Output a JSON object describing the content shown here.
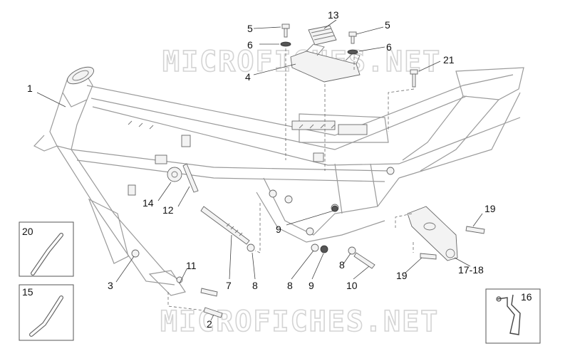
{
  "watermark": {
    "top": "MICROFICHES.NET",
    "bottom": "MICROFICHES.NET"
  },
  "callouts": {
    "c1": "1",
    "c2": "2",
    "c3": "3",
    "c4": "4",
    "c5a": "5",
    "c5b": "5",
    "c6a": "6",
    "c6b": "6",
    "c7": "7",
    "c8a": "8",
    "c8b": "8",
    "c8c": "8",
    "c9a": "9",
    "c9b": "9",
    "c10": "10",
    "c11": "11",
    "c12": "12",
    "c13": "13",
    "c14": "14",
    "c15": "15",
    "c16": "16",
    "c1718": "17-18",
    "c19a": "19",
    "c19b": "19",
    "c20": "20",
    "c21": "21"
  }
}
